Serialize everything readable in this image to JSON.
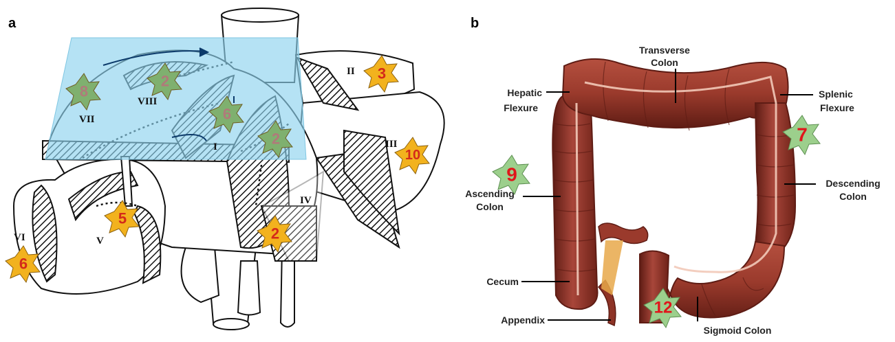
{
  "panels": {
    "a": "a",
    "b": "b"
  },
  "liver": {
    "segments": [
      "I",
      "II",
      "III",
      "IV",
      "V",
      "VI",
      "VII",
      "VIII"
    ],
    "badges": [
      {
        "id": "seg7",
        "value": "8",
        "color": "#b07a7a",
        "fill": "#7fb06f"
      },
      {
        "id": "seg8",
        "value": "2",
        "color": "#b07a7a",
        "fill": "#7fb06f"
      },
      {
        "id": "seg1",
        "value": "6",
        "color": "#b07a7a",
        "fill": "#7fb06f"
      },
      {
        "id": "seg4a",
        "value": "2",
        "color": "#b07a7a",
        "fill": "#7fb06f"
      },
      {
        "id": "seg2",
        "value": "3",
        "color": "#d42a1a",
        "fill": "#f2b21e"
      },
      {
        "id": "seg3",
        "value": "10",
        "color": "#d42a1a",
        "fill": "#f2b21e"
      },
      {
        "id": "seg5",
        "value": "5",
        "color": "#d42a1a",
        "fill": "#f2b21e"
      },
      {
        "id": "seg4b",
        "value": "2",
        "color": "#d42a1a",
        "fill": "#f2b21e"
      },
      {
        "id": "seg6",
        "value": "6",
        "color": "#d42a1a",
        "fill": "#f2b21e"
      }
    ],
    "highlight_color": "#8ed3ee"
  },
  "colon": {
    "labels": {
      "transverse": [
        "Transverse",
        "Colon"
      ],
      "hepatic": [
        "Hepatic",
        "Flexure"
      ],
      "splenic": [
        "Splenic",
        "Flexure"
      ],
      "ascending": [
        "Ascending",
        "Colon"
      ],
      "descending": [
        "Descending",
        "Colon"
      ],
      "cecum": "Cecum",
      "appendix": "Appendix",
      "sigmoid": "Sigmoid Colon"
    },
    "badges": [
      {
        "id": "ascending",
        "value": "9",
        "color": "#e0161b",
        "fill": "#9ccf8c"
      },
      {
        "id": "descending",
        "value": "7",
        "color": "#e0161b",
        "fill": "#9ccf8c"
      },
      {
        "id": "sigmoid",
        "value": "12",
        "color": "#e0161b",
        "fill": "#9ccf8c"
      }
    ],
    "colors": {
      "wall": "#9a3a2c",
      "wall_dark": "#6e2218",
      "stripe": "#f2c9b8",
      "fat": "#e8a84a"
    }
  }
}
